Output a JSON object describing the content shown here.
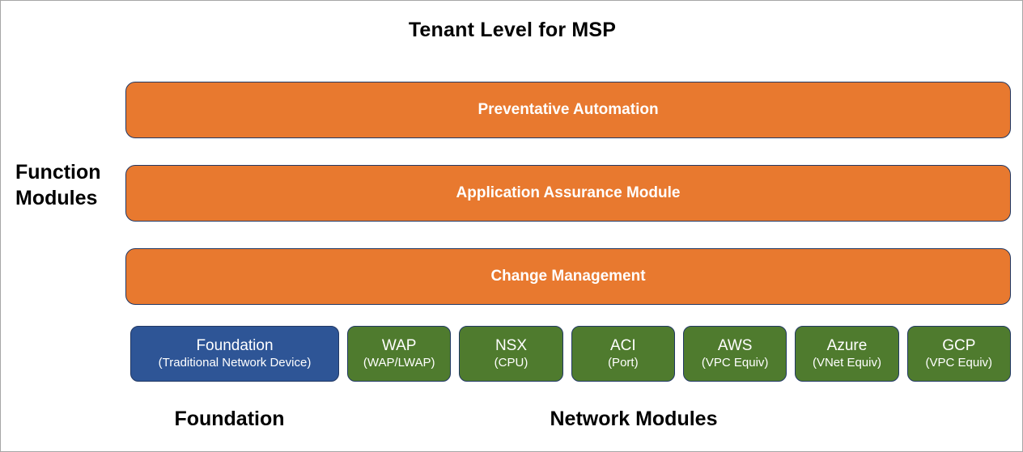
{
  "title": "Tenant Level for MSP",
  "left_label": {
    "line1": "Function",
    "line2": "Modules"
  },
  "function_bars": [
    {
      "label": "Preventative Automation"
    },
    {
      "label": "Application Assurance Module"
    },
    {
      "label": "Change Management"
    }
  ],
  "modules": [
    {
      "title": "Foundation",
      "sub": "(Traditional Network Device)",
      "kind": "foundation"
    },
    {
      "title": "WAP",
      "sub": "(WAP/LWAP)",
      "kind": "network"
    },
    {
      "title": "NSX",
      "sub": "(CPU)",
      "kind": "network"
    },
    {
      "title": "ACI",
      "sub": "(Port)",
      "kind": "network"
    },
    {
      "title": "AWS",
      "sub": "(VPC Equiv)",
      "kind": "network"
    },
    {
      "title": "Azure",
      "sub": "(VNet Equiv)",
      "kind": "network"
    },
    {
      "title": "GCP",
      "sub": "(VPC Equiv)",
      "kind": "network"
    }
  ],
  "captions": {
    "foundation": "Foundation",
    "network": "Network Modules"
  },
  "colors": {
    "orange_bar": "#E8792F",
    "green_box": "#4F7B2E",
    "blue_box": "#2E5596",
    "border": "#213864",
    "page_border": "#a6a6a6",
    "text_on_fill": "#FFFFFF",
    "text_dark": "#000000"
  }
}
